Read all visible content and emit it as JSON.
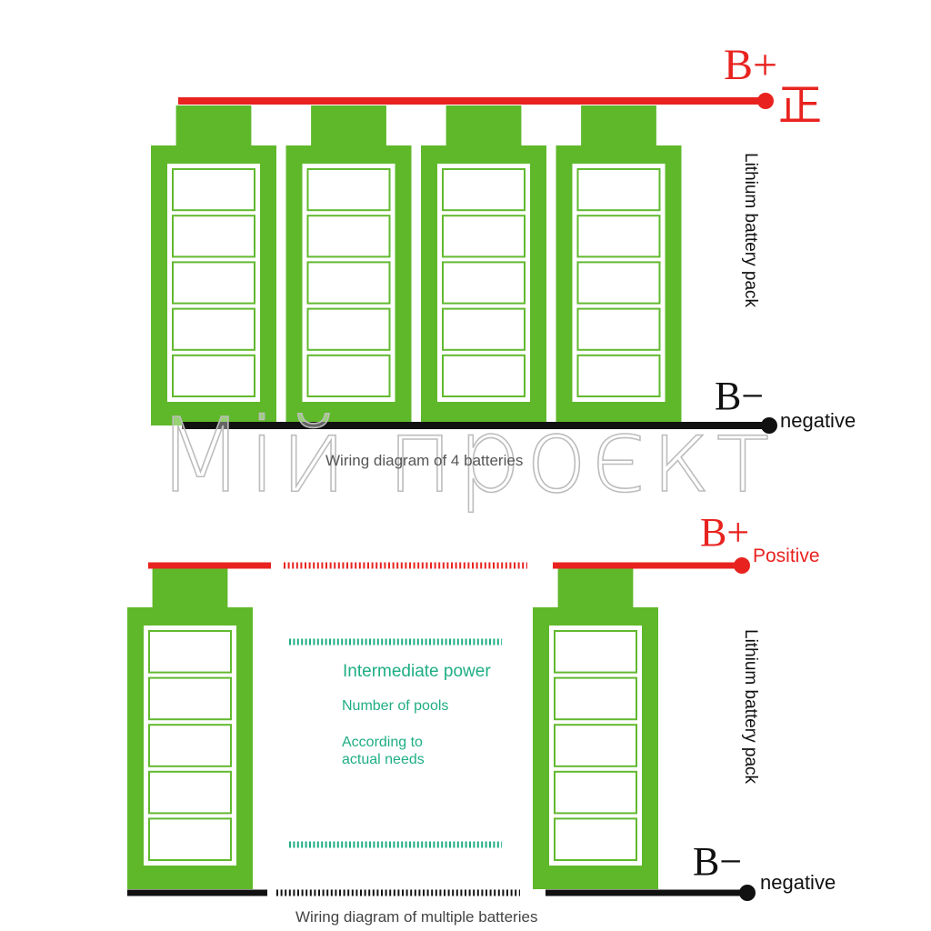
{
  "colors": {
    "battery_green": "#5fb82a",
    "cell_outline": "#62b92f",
    "positive_red": "#e8231f",
    "negative_black": "#111111",
    "note_teal": "#1fae84",
    "watermark_grey": "#bdbdbd"
  },
  "top": {
    "battery_count": 4,
    "cells_per_battery": 5,
    "bplus": "B+",
    "positive_cn": "正",
    "bminus": "B−",
    "negative": "negative",
    "vertical_label": "Lithium battery pack",
    "caption": "Wiring diagram of 4 batteries"
  },
  "bottom": {
    "battery_count": 2,
    "cells_per_battery": 5,
    "bplus": "B+",
    "positive": "Positive",
    "bminus": "B−",
    "negative": "negative",
    "vertical_label": "Lithium battery pack",
    "note_title": "Intermediate power",
    "note_line1": "Number of pools",
    "note_line2": "According to",
    "note_line3": "actual needs",
    "caption": "Wiring diagram of multiple batteries"
  },
  "watermark": "Мій проєкт"
}
